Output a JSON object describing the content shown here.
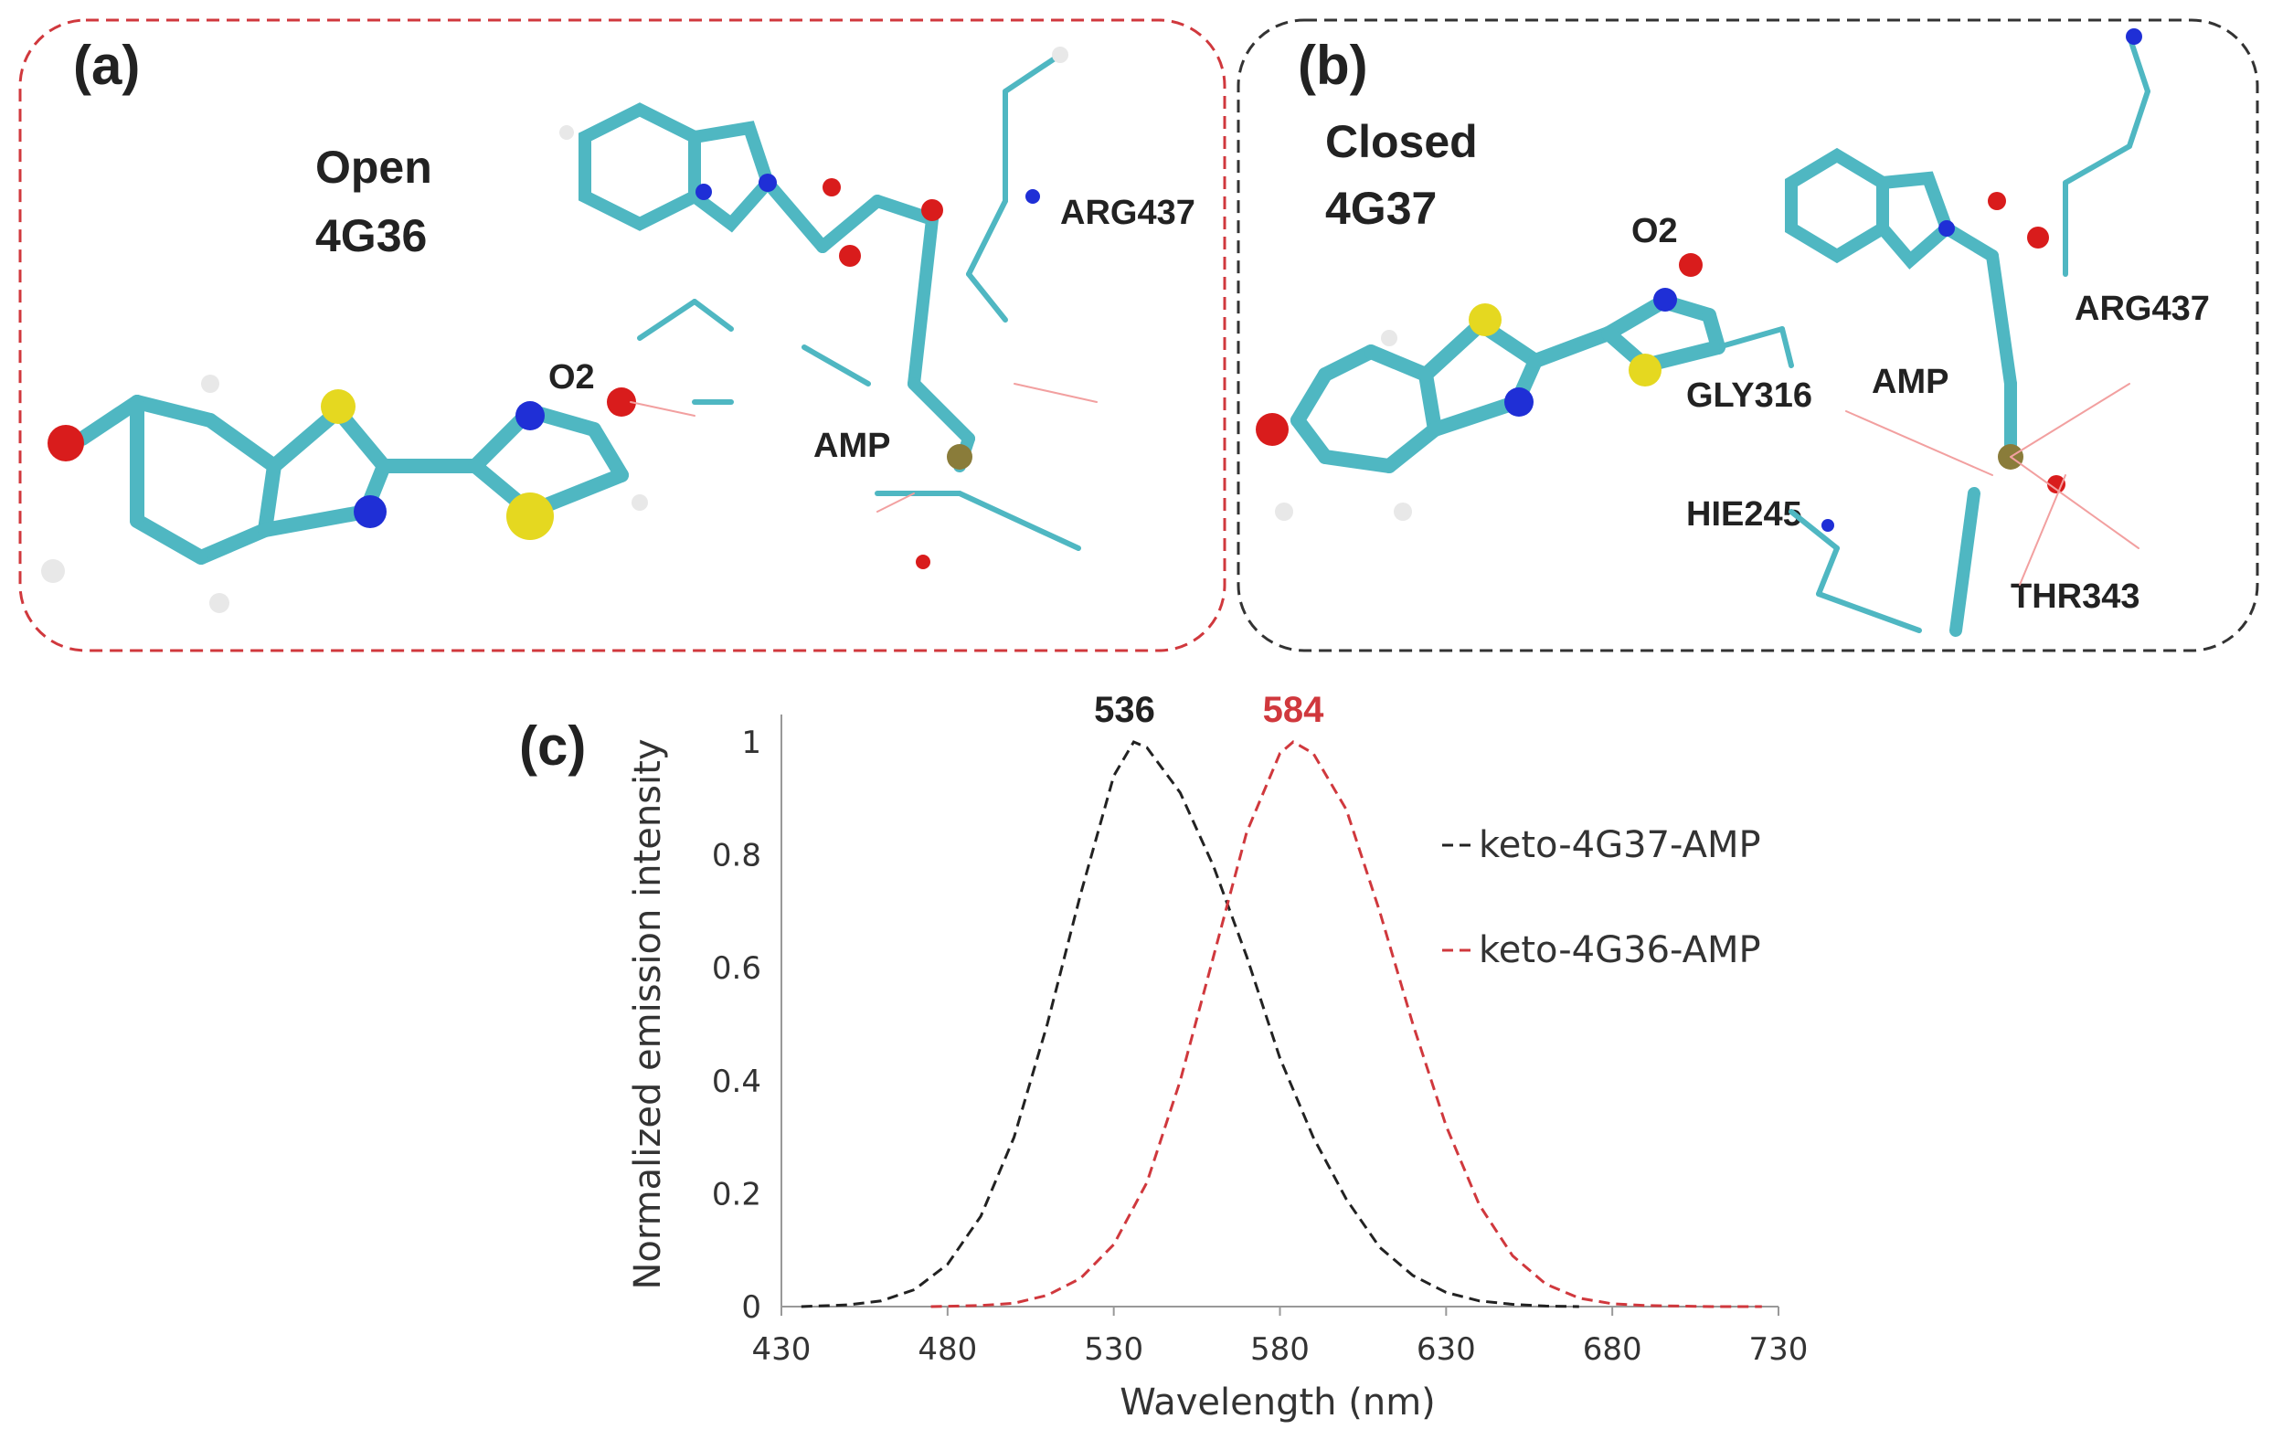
{
  "panel_a": {
    "letter": "(a)",
    "state": "Open",
    "pdb": "4G36",
    "atom_label": "O2",
    "residue_labels": [
      "ARG437",
      "AMP"
    ]
  },
  "panel_b": {
    "letter": "(b)",
    "state": "Closed",
    "pdb": "4G37",
    "atom_label": "O2",
    "residue_labels": [
      "ARG437",
      "GLY316",
      "AMP",
      "HIE245",
      "THR343"
    ]
  },
  "panel_c": {
    "letter": "(c)"
  },
  "colors": {
    "panel_a_border": "#d0383d",
    "panel_b_border": "#333333",
    "carbon": "#4fb7c2",
    "nitrogen": "#1f2fd6",
    "oxygen": "#d91c1c",
    "sulfur": "#e5d820",
    "hydrogen": "#e8e8e8",
    "phosphorus": "#8a7c3a",
    "series_black": "#222222",
    "series_red": "#d0383d"
  },
  "chart_data": {
    "type": "line",
    "xlabel": "Wavelength (nm)",
    "ylabel": "Normalized emission intensity",
    "xlim": [
      430,
      730
    ],
    "ylim": [
      0,
      1
    ],
    "xticks": [
      430,
      480,
      530,
      580,
      630,
      680,
      730
    ],
    "yticks": [
      0,
      0.2,
      0.4,
      0.6,
      0.8,
      1
    ],
    "ytick_labels": [
      "0",
      "0.2",
      "0.4",
      "0.6",
      "0.8",
      "1"
    ],
    "legend_position": "right",
    "line_style": "dashed",
    "series": [
      {
        "name": "keto-4G37-AMP",
        "color": "#222222",
        "peak_label": "536",
        "x": [
          436,
          450,
          460,
          470,
          480,
          490,
          500,
          510,
          520,
          530,
          536,
          540,
          550,
          560,
          570,
          580,
          590,
          600,
          610,
          620,
          630,
          640,
          650,
          660,
          670
        ],
        "y": [
          0.0,
          0.003,
          0.01,
          0.03,
          0.075,
          0.16,
          0.3,
          0.5,
          0.73,
          0.94,
          1.0,
          0.99,
          0.91,
          0.78,
          0.62,
          0.44,
          0.3,
          0.19,
          0.105,
          0.055,
          0.025,
          0.01,
          0.004,
          0.001,
          0.0
        ]
      },
      {
        "name": "keto-4G36-AMP",
        "color": "#d0383d",
        "peak_label": "584",
        "x": [
          475,
          490,
          500,
          510,
          520,
          530,
          540,
          550,
          560,
          570,
          580,
          584,
          590,
          600,
          610,
          620,
          630,
          640,
          650,
          660,
          670,
          680,
          690,
          700,
          710,
          725
        ],
        "y": [
          0.0,
          0.002,
          0.006,
          0.02,
          0.05,
          0.11,
          0.22,
          0.4,
          0.62,
          0.84,
          0.98,
          1.0,
          0.98,
          0.88,
          0.7,
          0.5,
          0.32,
          0.18,
          0.09,
          0.04,
          0.015,
          0.005,
          0.002,
          0.001,
          0.0,
          0.0
        ]
      }
    ]
  }
}
